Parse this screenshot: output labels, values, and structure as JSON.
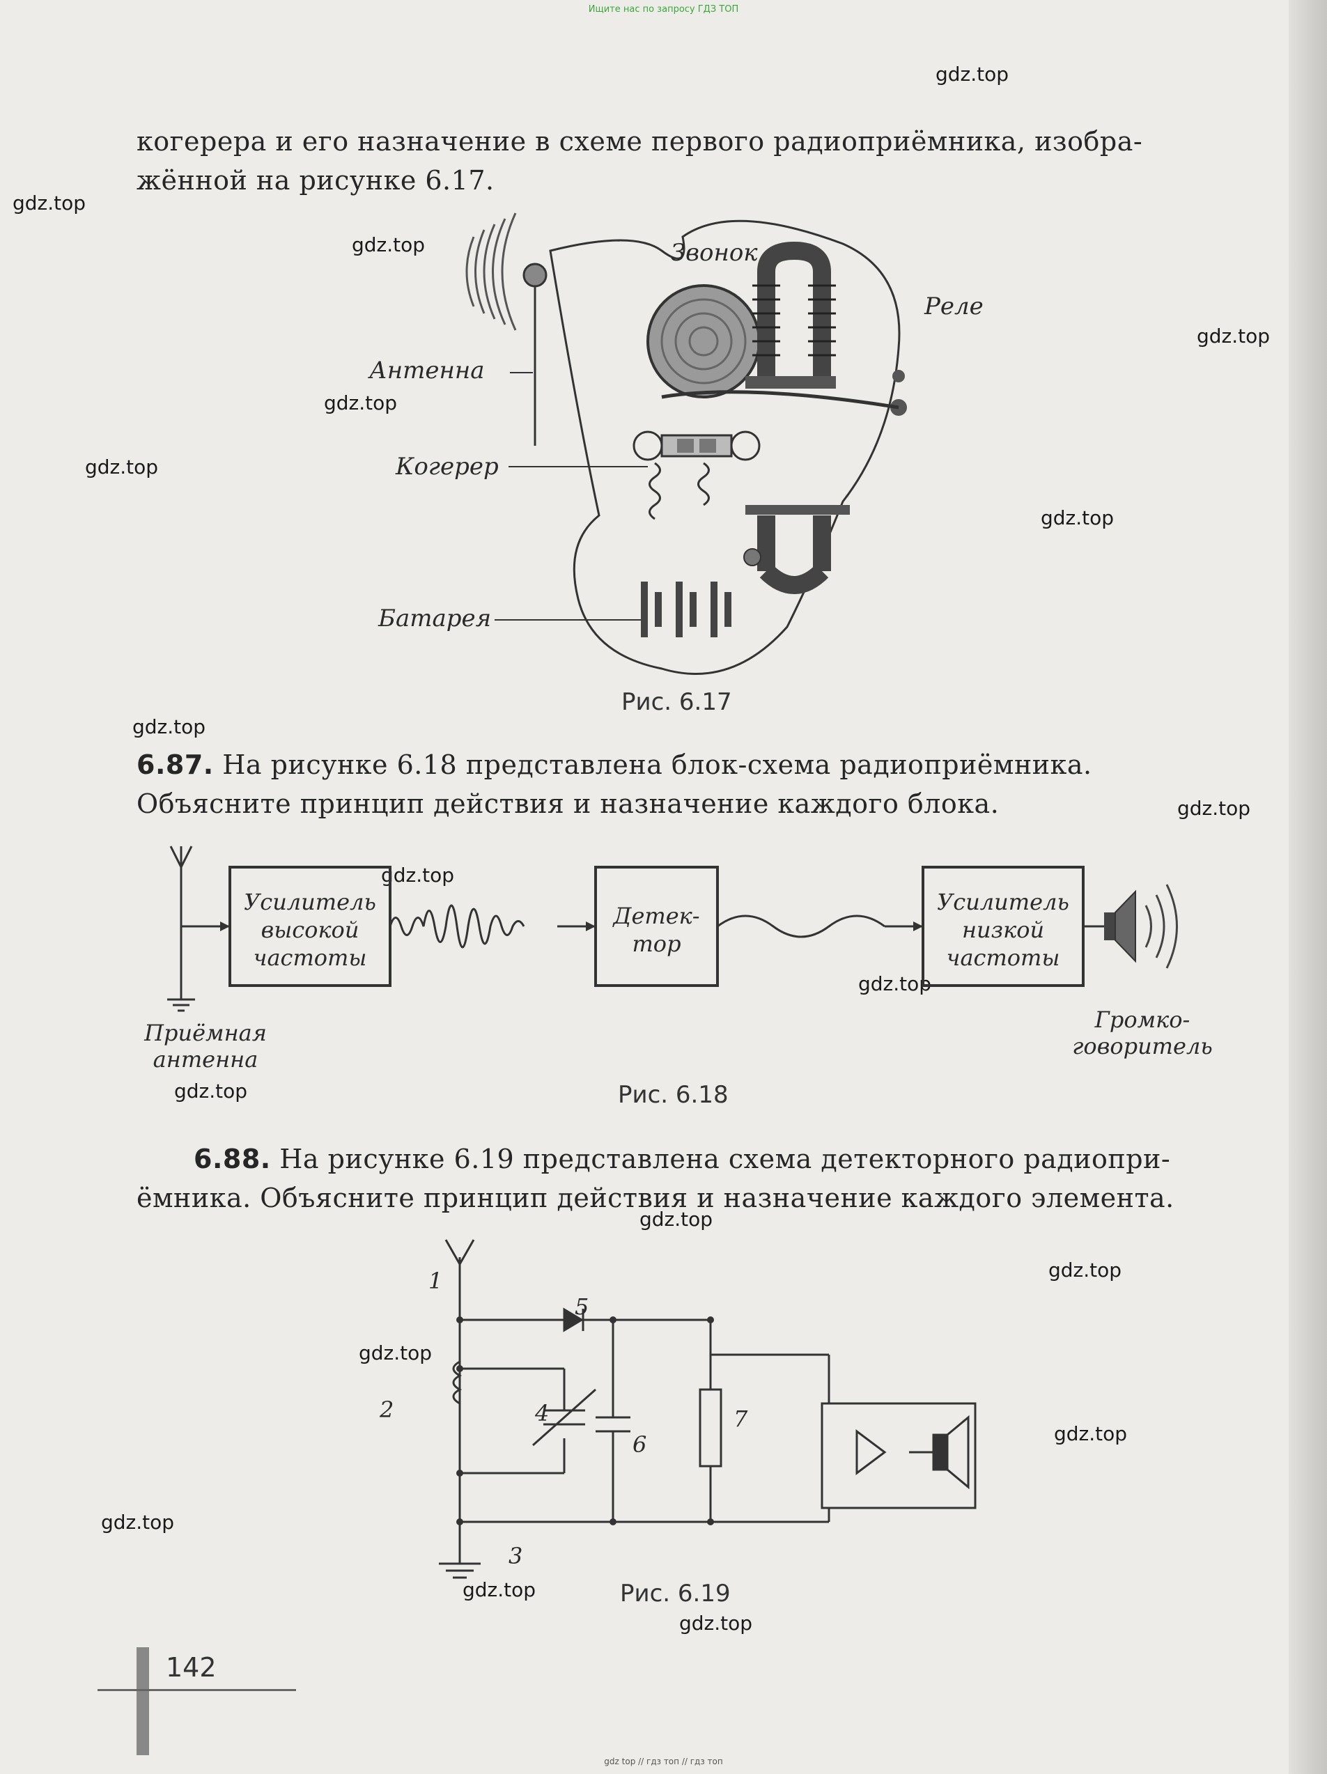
{
  "header_note": "Ищите нас по запросу ГДЗ ТОП",
  "footer_note": "gdz top // гдз топ // гдз топ",
  "watermark": "gdz.top",
  "intro_lines": [
    "когерера и его назначение в схеме первого радиоприёмника, изобра-",
    "жённой на рисунке 6.17."
  ],
  "fig617": {
    "caption": "Рис. 6.17",
    "labels": {
      "bell": "Звонок",
      "relay": "Реле",
      "antenna": "Антенна",
      "coherer": "Когерер",
      "battery": "Батарея"
    }
  },
  "task687": {
    "number": "6.87.",
    "lines": [
      "На рисунке 6.18 представлена блок-схема радиоприёмника.",
      "Объясните принцип действия и назначение каждого блока."
    ]
  },
  "fig618": {
    "caption": "Рис. 6.18",
    "blocks": [
      [
        "Усилитель",
        "высокой",
        "частоты"
      ],
      [
        "Детек-",
        "тор"
      ],
      [
        "Усилитель",
        "низкой",
        "частоты"
      ]
    ],
    "antenna_label": [
      "Приёмная",
      "антенна"
    ],
    "speaker_label": [
      "Громко-",
      "говоритель"
    ]
  },
  "task688": {
    "number": "6.88.",
    "lines": [
      "На рисунке 6.19 представлена схема детекторного радиопри-",
      "ёмника. Объясните принцип действия и назначение каждого элемента."
    ]
  },
  "fig619": {
    "caption": "Рис. 6.19",
    "numbers": [
      "1",
      "2",
      "3",
      "4",
      "5",
      "6",
      "7"
    ]
  },
  "page_number": "142"
}
